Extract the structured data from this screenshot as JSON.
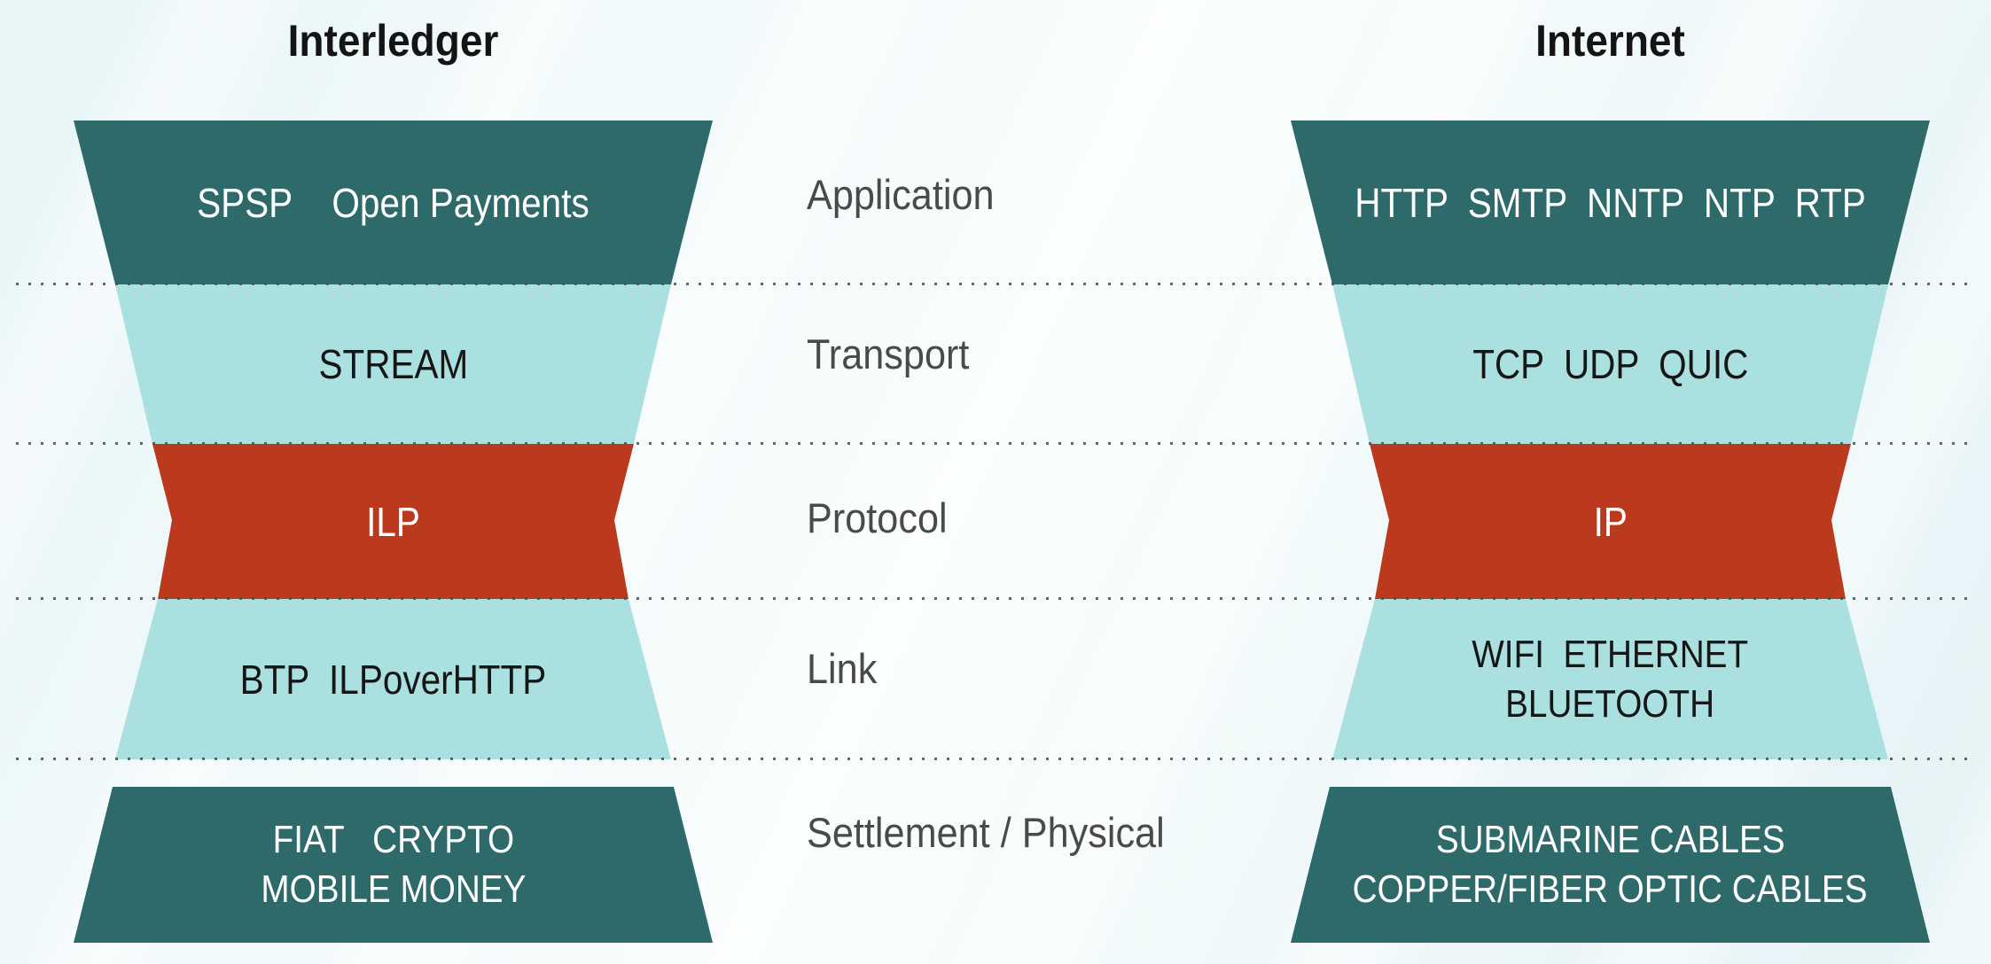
{
  "left_stack": {
    "title": "Interledger",
    "application": "SPSP    Open Payments",
    "transport": "STREAM",
    "protocol": "ILP",
    "link": "BTP  ILPoverHTTP",
    "settlement_line1": "FIAT   CRYPTO",
    "settlement_line2": "MOBILE MONEY"
  },
  "right_stack": {
    "title": "Internet",
    "application": "HTTP  SMTP  NNTP  NTP  RTP",
    "transport": "TCP  UDP  QUIC",
    "protocol": "IP",
    "link_line1": "WIFI  ETHERNET",
    "link_line2": "BLUETOOTH",
    "settlement_line1": "SUBMARINE CABLES",
    "settlement_line2": "COPPER/FIBER OPTIC CABLES"
  },
  "row_labels": {
    "application": "Application",
    "transport": "Transport",
    "protocol": "Protocol",
    "link": "Link",
    "settlement": "Settlement / Physical"
  },
  "colors": {
    "dark_teal": "#2e6a6a",
    "light_teal": "#abe0e1",
    "accent_red": "#bb3a1e",
    "label_gray": "#4a4a4a",
    "background_tint": "#eaf6f8"
  }
}
